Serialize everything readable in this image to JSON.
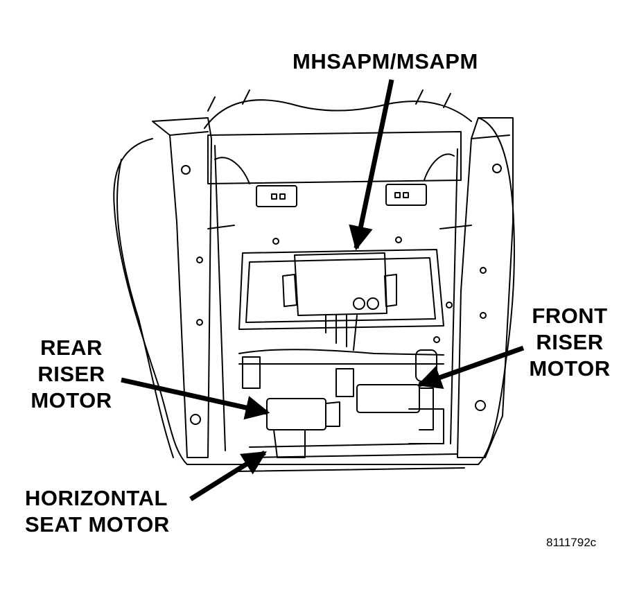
{
  "labels": {
    "module": "MHSAPM/MSAPM",
    "rear_riser": "REAR\nRISER\nMOTOR",
    "front_riser": "FRONT\nRISER\nMOTOR",
    "horizontal": "HORIZONTAL\nSEAT MOTOR"
  },
  "figure_id": "8111792c",
  "colors": {
    "ink": "#000000",
    "paper": "#ffffff"
  }
}
